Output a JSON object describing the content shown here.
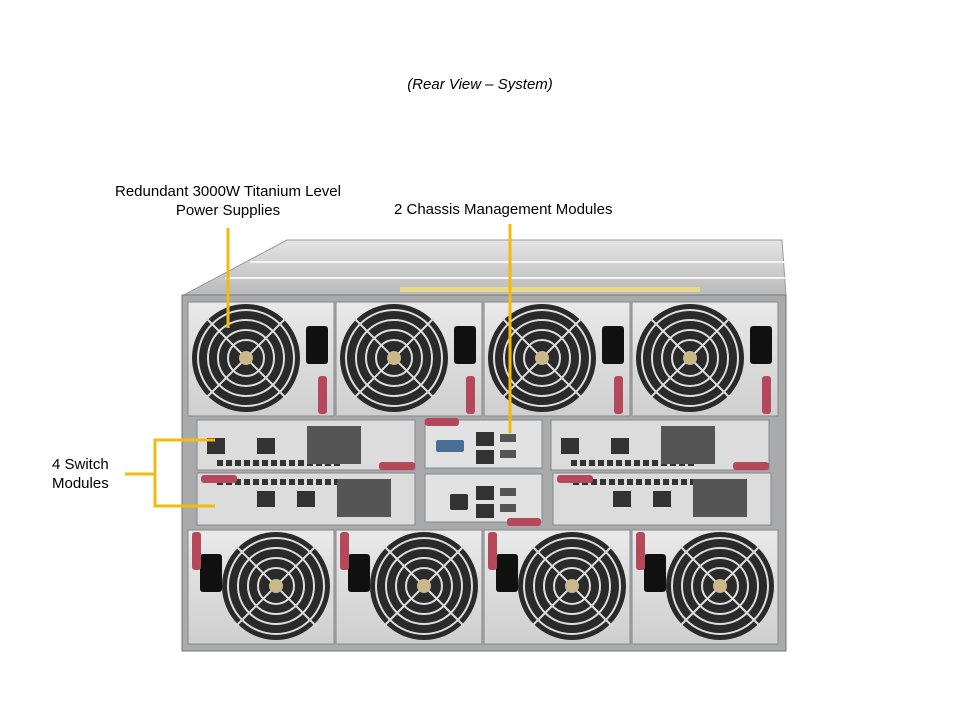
{
  "caption": "(Rear View – System)",
  "callouts": {
    "power_supplies": "Redundant  3000W Titanium  Level Power Supplies",
    "power_supplies_line1": "Redundant  3000W Titanium  Level",
    "power_supplies_line2": "Power Supplies",
    "chassis_management": "2 Chassis Management  Modules",
    "switch_modules_line1": "4 Switch",
    "switch_modules_line2": "Modules"
  },
  "colors": {
    "callout": "#F2B90F",
    "chassis": "#C9CACB",
    "handle": "#B5485A",
    "fan": "#2A2A2A"
  }
}
